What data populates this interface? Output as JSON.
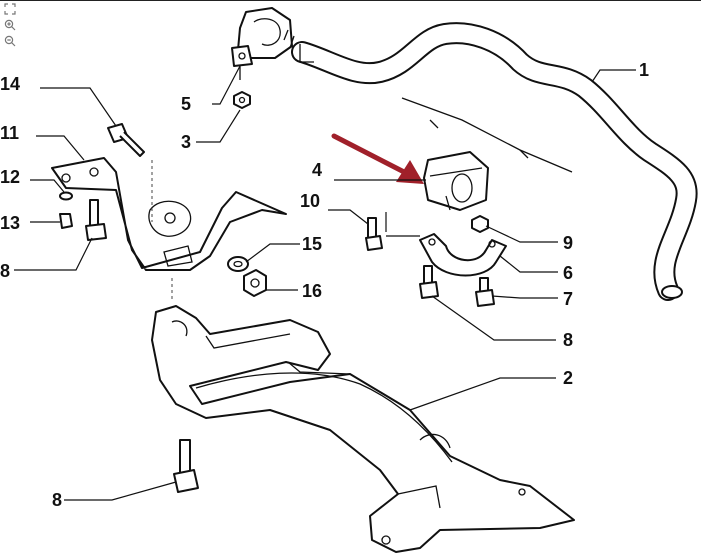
{
  "toolbar": {
    "items": [
      {
        "name": "fit-view-icon"
      },
      {
        "name": "zoom-in-icon"
      },
      {
        "name": "zoom-out-icon"
      }
    ]
  },
  "callouts": {
    "c1": "1",
    "c2": "2",
    "c3": "3",
    "c4": "4",
    "c5": "5",
    "c6": "6",
    "c7": "7",
    "c8a": "8",
    "c8b": "8",
    "c8c": "8",
    "c9": "9",
    "c10": "10",
    "c11": "11",
    "c12": "12",
    "c13": "13",
    "c14": "14",
    "c15": "15",
    "c16": "16"
  },
  "colors": {
    "highlight_arrow": "#a0202a",
    "line": "#111111"
  }
}
